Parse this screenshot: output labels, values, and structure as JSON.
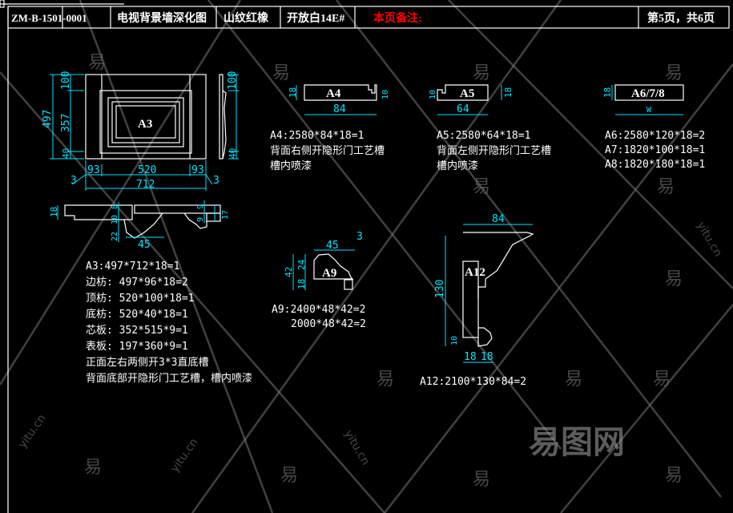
{
  "header": {
    "code": "ZM-B-1501-0001",
    "title": "电视背景墙深化图",
    "material": "山纹红橡",
    "finish": "开放白14E#",
    "note_label": "本页备注:",
    "page": "第5页，共6页",
    "note_color": "#ff0000"
  },
  "colors": {
    "dimension": "#00e5ff",
    "line": "#ffffff",
    "background": "#000000"
  },
  "watermark": {
    "logo": "易图网",
    "mark": "易",
    "site": "yitu.cn"
  },
  "a3": {
    "label": "A3",
    "dims": {
      "h_total": "497",
      "h_mid": "357",
      "h_top": "100",
      "h_bot": "40",
      "side_top": "100",
      "side_bot": "40",
      "w_left": "93",
      "w_mid": "520",
      "w_right": "93",
      "w_total": "712",
      "gap_l": "3",
      "gap_r": "3",
      "sec_18": "18",
      "sec_8": "8",
      "sec_10": "10",
      "sec_22": "22",
      "sec_45": "45",
      "sec_9a": "9",
      "sec_9b": "9",
      "sec_17": "17"
    },
    "lines": [
      "A3:497*712*18=1",
      "边枋: 497*96*18=2",
      "顶枋: 520*100*18=1",
      "底枋: 520*40*18=1",
      "芯板: 352*515*9=1",
      "表板: 197*360*9=1",
      "正面左右两侧开3*3直底槽",
      "背面底部开隐形门工艺槽，槽内喷漆"
    ]
  },
  "a4": {
    "label": "A4",
    "dim_h": "18",
    "dim_w": "84",
    "dim_groove": "10",
    "lines": [
      "A4:2580*84*18=1",
      "背面右侧开隐形门工艺槽",
      "槽内喷漆"
    ]
  },
  "a5": {
    "label": "A5",
    "dim_h": "18",
    "dim_w": "64",
    "dim_groove": "10",
    "lines": [
      "A5:2580*64*18=1",
      "背面左侧开隐形门工艺槽",
      "槽内喷漆"
    ]
  },
  "a678": {
    "label": "A6/7/8",
    "dim_h": "18",
    "dim_w": "W",
    "lines": [
      "A6:2580*120*18=2",
      "A7:1820*100*18=1",
      "A8:1820*180*18=1"
    ]
  },
  "a9": {
    "label": "A9",
    "dim_w": "45",
    "dim_gap": "3",
    "dim_h": "42",
    "dim_24": "24",
    "dim_18": "18",
    "lines": [
      "A9:2400*48*42=2",
      "2000*48*42=2"
    ]
  },
  "a12": {
    "label": "A12",
    "dim_w": "84",
    "dim_h": "130",
    "dim_10": "10",
    "dim_18a": "18",
    "dim_18b": "18",
    "lines": [
      "A12:2100*130*84=2"
    ]
  }
}
